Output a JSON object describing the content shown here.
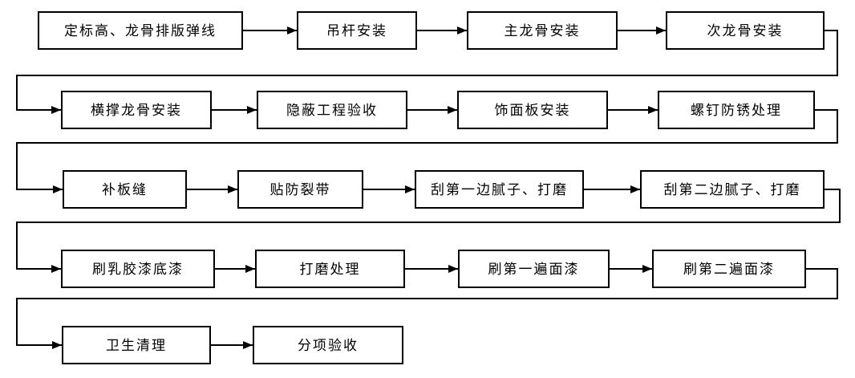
{
  "diagram": {
    "type": "flowchart",
    "language": "zh-CN",
    "flow_direction": "serpentine: left-to-right within each row, wrapping down to the next row",
    "rows": [
      {
        "boxes": [
          "定标高、龙骨排版弹线",
          "吊杆安装",
          "主龙骨安装",
          "次龙骨安装"
        ]
      },
      {
        "boxes": [
          "横撑龙骨安装",
          "隐蔽工程验收",
          "饰面板安装",
          "螺钉防锈处理"
        ]
      },
      {
        "boxes": [
          "补板缝",
          "贴防裂带",
          "刮第一边腻子、打磨",
          "刮第二边腻子、打磨"
        ]
      },
      {
        "boxes": [
          "刷乳胶漆底漆",
          "打磨处理",
          "刷第一遍面漆",
          "刷第二遍面漆"
        ]
      },
      {
        "boxes": [
          "卫生清理",
          "分项验收"
        ]
      }
    ],
    "sequence": [
      "定标高、龙骨排版弹线",
      "吊杆安装",
      "主龙骨安装",
      "次龙骨安装",
      "横撑龙骨安装",
      "隐蔽工程验收",
      "饰面板安装",
      "螺钉防锈处理",
      "补板缝",
      "贴防裂带",
      "刮第一边腻子、打磨",
      "刮第二边腻子、打磨",
      "刷乳胶漆底漆",
      "打磨处理",
      "刷第一遍面漆",
      "刷第二遍面漆",
      "卫生清理",
      "分项验收"
    ],
    "colors": {
      "background": "#ffffff",
      "box_fill": "#ffffff",
      "box_border": "#000000",
      "connector": "#000000",
      "text": "#000000"
    }
  }
}
